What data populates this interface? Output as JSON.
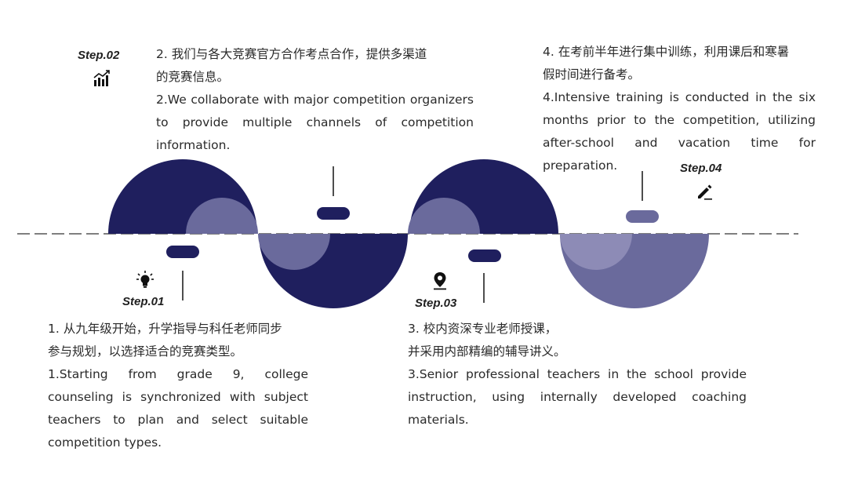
{
  "colors": {
    "navy": "#1f1f5e",
    "lavender": "#6a6a9c",
    "highlight": "#8d8bb6",
    "ink": "#2a2a2a"
  },
  "steps": [
    {
      "label": "Step.01",
      "icon": "lightbulb-icon",
      "zh": [
        "1. 从九年级开始，升学指导与科任老师同步",
        "参与规划，以选择适合的竞赛类型。"
      ],
      "en": "1.Starting from grade 9, college counseling is synchronized with subject teachers to plan and select suitable competition types."
    },
    {
      "label": "Step.02",
      "icon": "bar-chart-icon",
      "zh": [
        "2. 我们与各大竞赛官方合作考点合作，提供多渠道",
        "的竞赛信息。"
      ],
      "en": "2.We collaborate with major competition organizers to provide multiple channels of competition information."
    },
    {
      "label": "Step.03",
      "icon": "map-pin-icon",
      "zh": [
        "3. 校内资深专业老师授课，",
        "并采用内部精编的辅导讲义。"
      ],
      "en": "3.Senior professional teachers in the school provide instruction, using internally developed coaching materials."
    },
    {
      "label": "Step.04",
      "icon": "pencil-icon",
      "zh": [
        "4. 在考前半年进行集中训练，利用课后和寒暑",
        "假时间进行备考。"
      ],
      "en": "4.Intensive training is conducted in the six months prior to the competition, utilizing after-school and vacation time for preparation."
    }
  ]
}
